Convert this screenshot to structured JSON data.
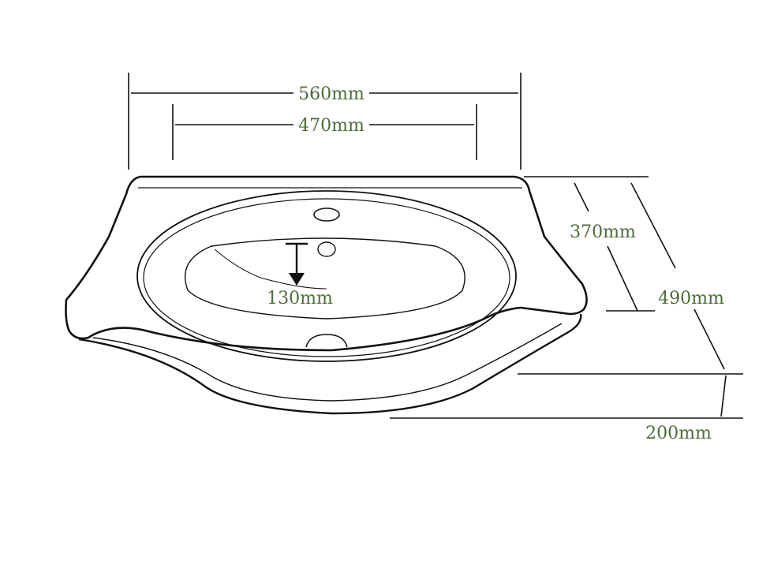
{
  "dimensions": {
    "outer_width": "560mm",
    "inner_width": "470mm",
    "bowl_depth_front_back": "370mm",
    "total_depth": "490mm",
    "bowl_depth": "130mm",
    "height": "200mm"
  },
  "colors": {
    "dimension_text": "#4f6b3a",
    "lines": "#111111",
    "background": "#ffffff"
  }
}
